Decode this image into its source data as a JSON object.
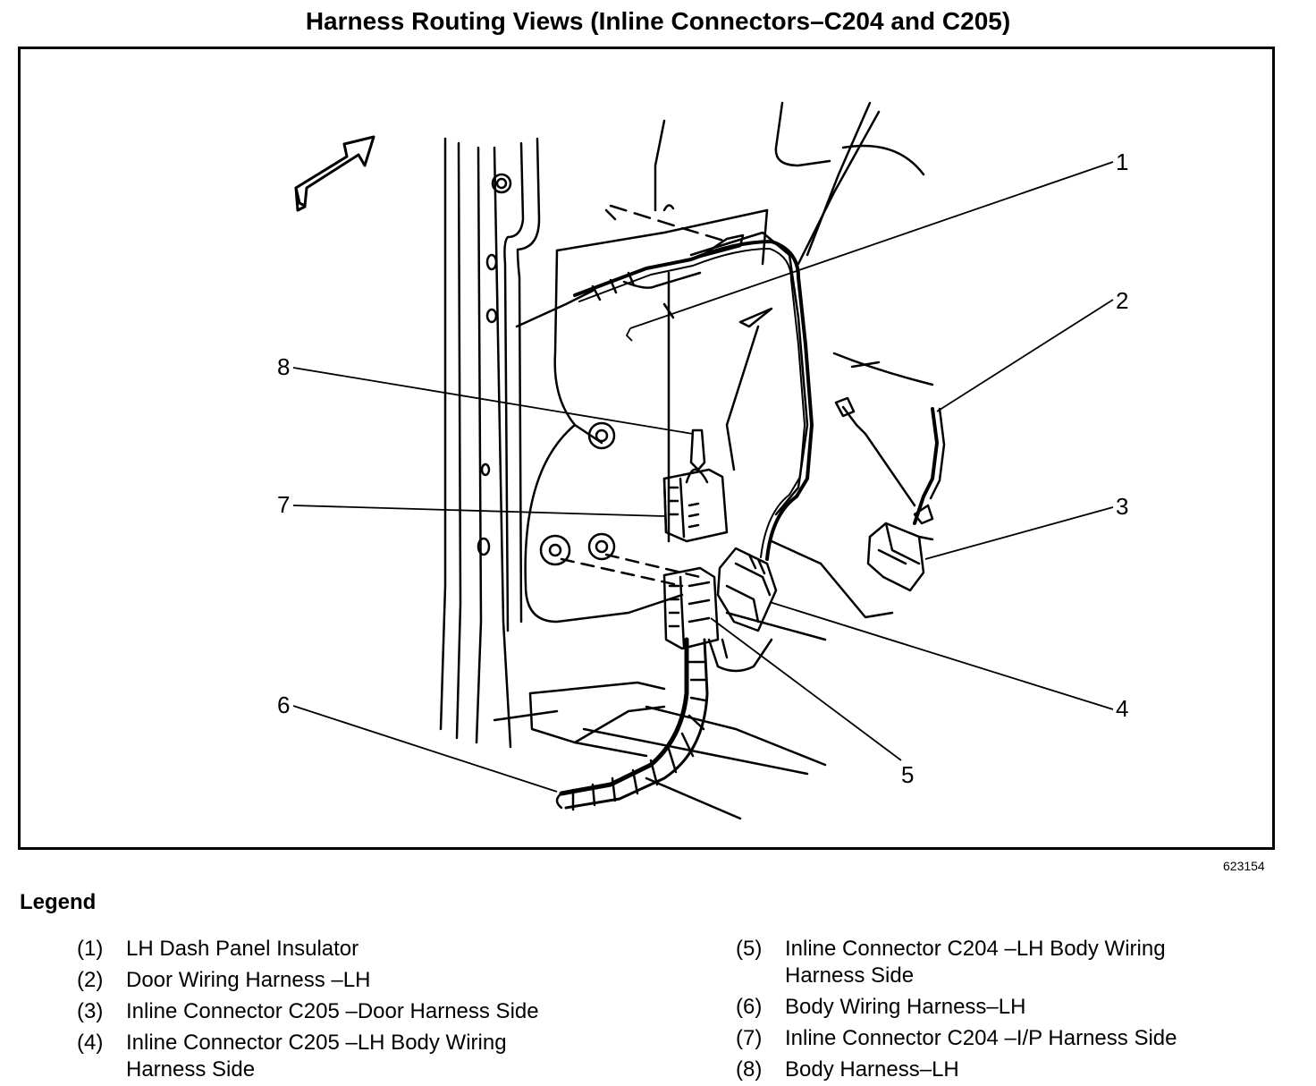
{
  "title": "Harness Routing Views (Inline Connectors–C204 and C205)",
  "figure_id": "623154",
  "callouts": [
    "1",
    "2",
    "3",
    "4",
    "5",
    "6",
    "7",
    "8"
  ],
  "legend": {
    "heading": "Legend",
    "items": [
      {
        "num": "(1)",
        "text": "LH Dash Panel Insulator"
      },
      {
        "num": "(2)",
        "text": "Door Wiring Harness –LH"
      },
      {
        "num": "(3)",
        "text": "Inline Connector C205 –Door Harness Side"
      },
      {
        "num": "(4)",
        "text": "Inline Connector C205 –LH Body Wiring Harness Side"
      },
      {
        "num": "(5)",
        "text": "Inline Connector C204 –LH Body Wiring Harness Side"
      },
      {
        "num": "(6)",
        "text": "Body Wiring Harness–LH"
      },
      {
        "num": "(7)",
        "text": "Inline Connector C204 –I/P Harness Side"
      },
      {
        "num": "(8)",
        "text": "Body Harness–LH"
      }
    ]
  }
}
